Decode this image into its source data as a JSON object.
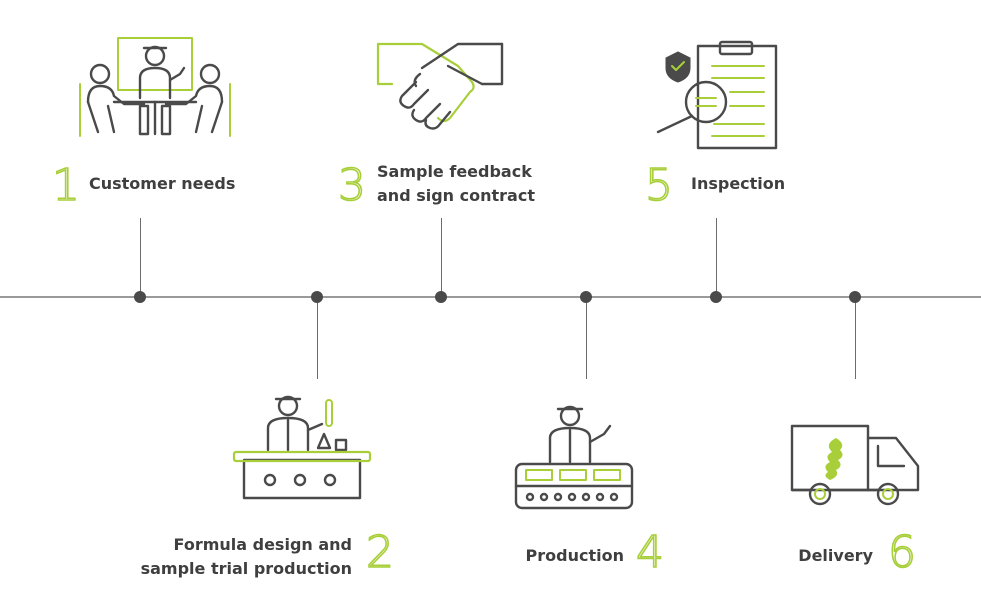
{
  "colors": {
    "accent": "#a8cf3a",
    "line": "#4a4a4a",
    "text": "#3f3f3f"
  },
  "steps": [
    {
      "number": "1",
      "label_lines": [
        "Customer needs"
      ],
      "icon": "meeting-icon"
    },
    {
      "number": "2",
      "label_lines": [
        "Formula design and",
        "sample trial production"
      ],
      "icon": "lab-worker-icon"
    },
    {
      "number": "3",
      "label_lines": [
        "Sample feedback",
        "and sign contract"
      ],
      "icon": "handshake-icon"
    },
    {
      "number": "4",
      "label_lines": [
        "Production"
      ],
      "icon": "production-line-icon"
    },
    {
      "number": "5",
      "label_lines": [
        "Inspection"
      ],
      "icon": "inspection-icon"
    },
    {
      "number": "6",
      "label_lines": [
        "Delivery"
      ],
      "icon": "delivery-truck-icon"
    }
  ]
}
